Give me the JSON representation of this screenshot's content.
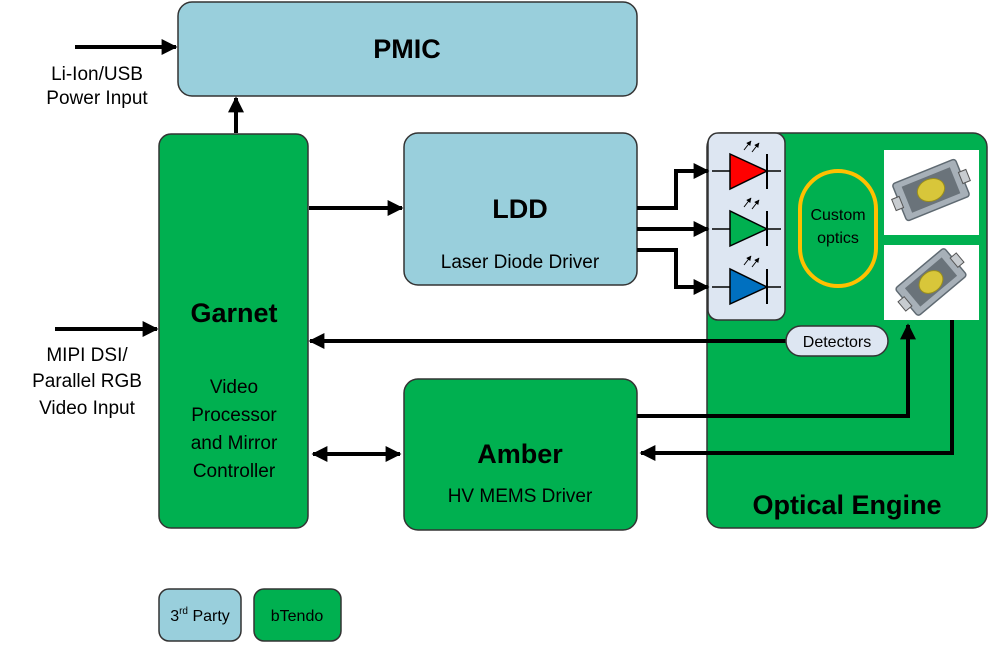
{
  "inputs": {
    "power_line1": "Li-Ion/USB",
    "power_line2": "Power Input",
    "video_line1": "MIPI DSI/",
    "video_line2": "Parallel RGB",
    "video_line3": "Video Input"
  },
  "blocks": {
    "pmic": {
      "title": "PMIC",
      "kind": "3rd Party"
    },
    "ldd": {
      "title": "LDD",
      "subtitle": "Laser Diode Driver",
      "kind": "3rd Party"
    },
    "garnet": {
      "title": "Garnet",
      "sub1": "Video",
      "sub2": "Processor",
      "sub3": "and Mirror",
      "sub4": "Controller",
      "kind": "bTendo"
    },
    "amber": {
      "title": "Amber",
      "subtitle": "HV MEMS Driver",
      "kind": "bTendo"
    },
    "optical_engine": {
      "title": "Optical Engine",
      "optics_line1": "Custom",
      "optics_line2": "optics",
      "detectors": "Detectors",
      "lasers": [
        {
          "color_name": "red",
          "color": "#ff0000"
        },
        {
          "color_name": "green",
          "color": "#00b050"
        },
        {
          "color_name": "blue",
          "color": "#0070c0"
        }
      ]
    }
  },
  "legend": {
    "third_party_prefix": "3",
    "third_party_sup": "rd",
    "third_party_suffix": " Party",
    "btendo": "bTendo"
  },
  "colors": {
    "third_party_fill": "#99cfdc",
    "btendo_fill": "#00b050",
    "optics_ring": "#ffc000",
    "laser_panel": "#dde6f2"
  }
}
